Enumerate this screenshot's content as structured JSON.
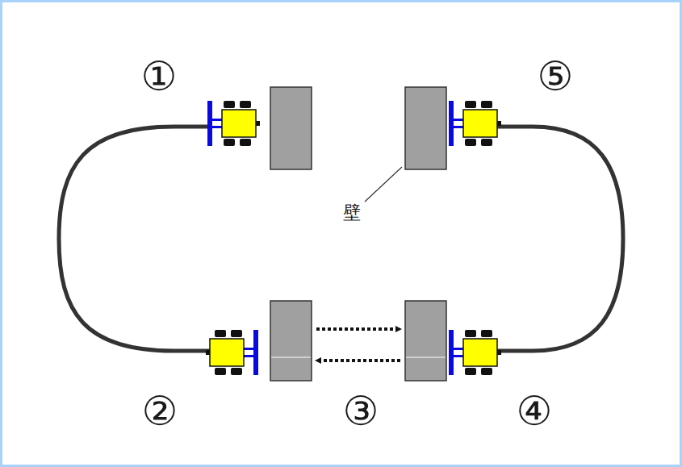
{
  "diagram": {
    "labels": [
      "①",
      "⑤",
      "壁",
      "②",
      "③",
      "④"
    ]
  }
}
